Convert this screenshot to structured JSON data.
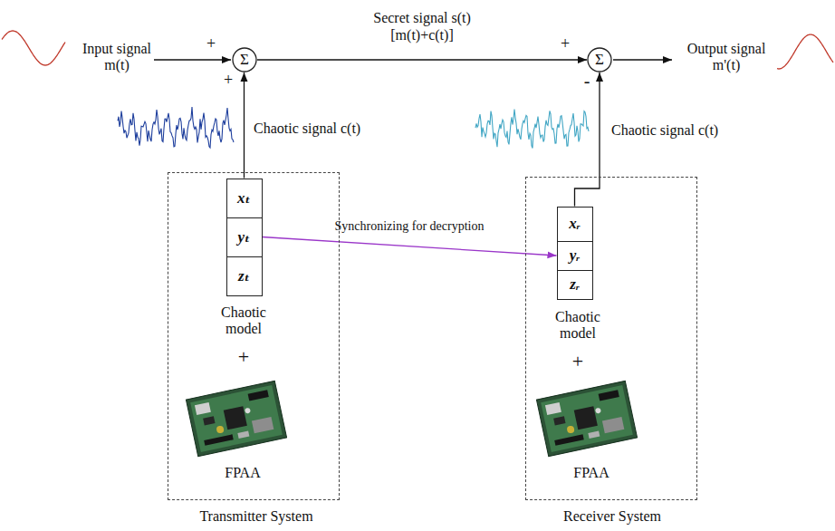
{
  "diagram": {
    "nodes": [
      {
        "text": [
          "Σ"
        ]
      },
      {
        "text": [
          "Σ"
        ]
      },
      {
        "text": [
          "Chaotic model",
          "+",
          "FPAA",
          "Transmitter System"
        ]
      },
      {
        "text": [
          "xₜ"
        ],
        "in": 2
      },
      {
        "text": [
          "yₜ"
        ],
        "in": 2
      },
      {
        "text": [
          "zₜ"
        ],
        "in": 2
      },
      {
        "text": [
          "Chaotic model",
          "+",
          "FPAA",
          "Receiver System"
        ]
      },
      {
        "text": [
          "xᵣ"
        ],
        "in": 6
      },
      {
        "text": [
          "yᵣ"
        ],
        "in": 6
      },
      {
        "text": [
          "zᵣ"
        ],
        "in": 6
      }
    ],
    "edges": [
      {
        "from": 0,
        "to": 1,
        "arrow": "to",
        "label": "Secret signal s(t) [m(t)+c(t)]"
      },
      {
        "from": 3,
        "to": 0,
        "arrow": "to"
      },
      {
        "from": 7,
        "to": 1,
        "arrow": "to"
      },
      {
        "from": 4,
        "to": 8,
        "arrow": "to",
        "label": "Synchronizing for decryption"
      }
    ],
    "labels": [
      "Input signal m(t)",
      "+",
      "+",
      "Output signal m'(t)",
      "+",
      "-",
      "Chaotic signal c(t)",
      "Chaotic signal c(t)"
    ]
  }
}
